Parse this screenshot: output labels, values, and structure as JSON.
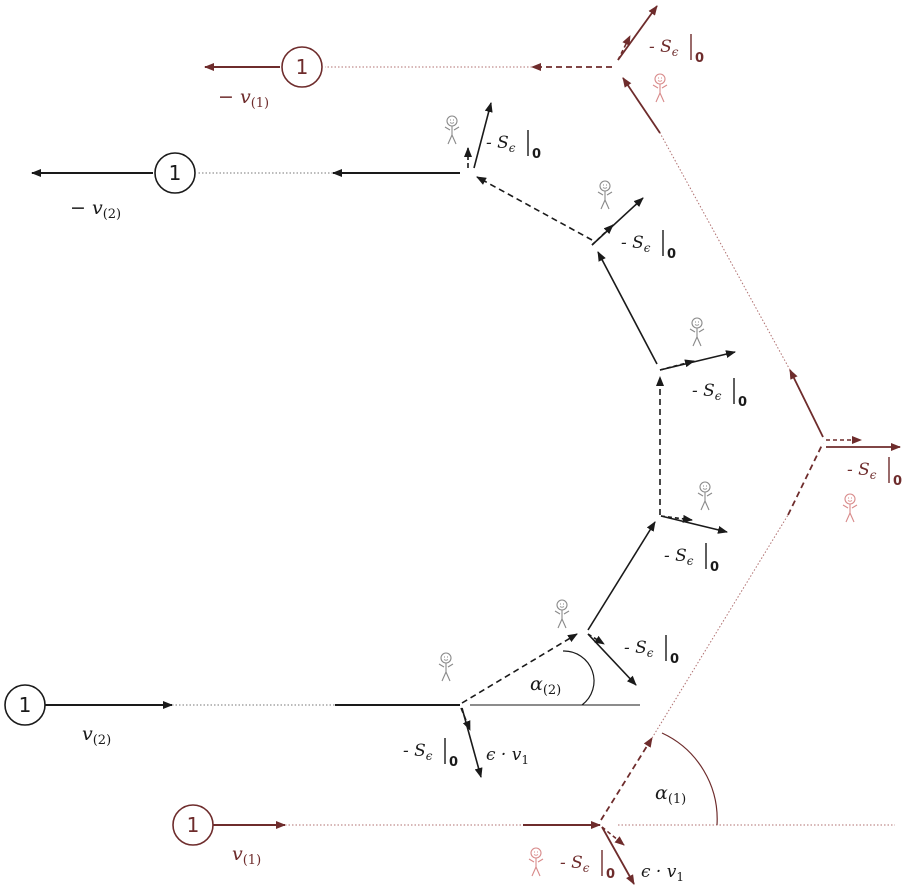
{
  "colors": {
    "black": "#1a1a1a",
    "red": "#6e2c2c",
    "red_light": "#b07070",
    "figure_gray": "#8a8a8a",
    "figure_pink": "#d88a8a"
  },
  "labels": {
    "particle_number": "1",
    "neg_v1": "− v",
    "neg_v1_sub": "(1)",
    "neg_v2": "− v",
    "neg_v2_sub": "(2)",
    "v2": "v",
    "v2_sub": "(2)",
    "v1": "v",
    "v1_sub": "(1)",
    "s_prefix": "- S",
    "s_sub": "ϵ",
    "s_eval": "0",
    "eps_v1": "ϵ · v",
    "eps_v1_sub": "1",
    "alpha2": "α",
    "alpha2_sub": "(2)",
    "alpha1": "α",
    "alpha1_sub": "(1)"
  }
}
